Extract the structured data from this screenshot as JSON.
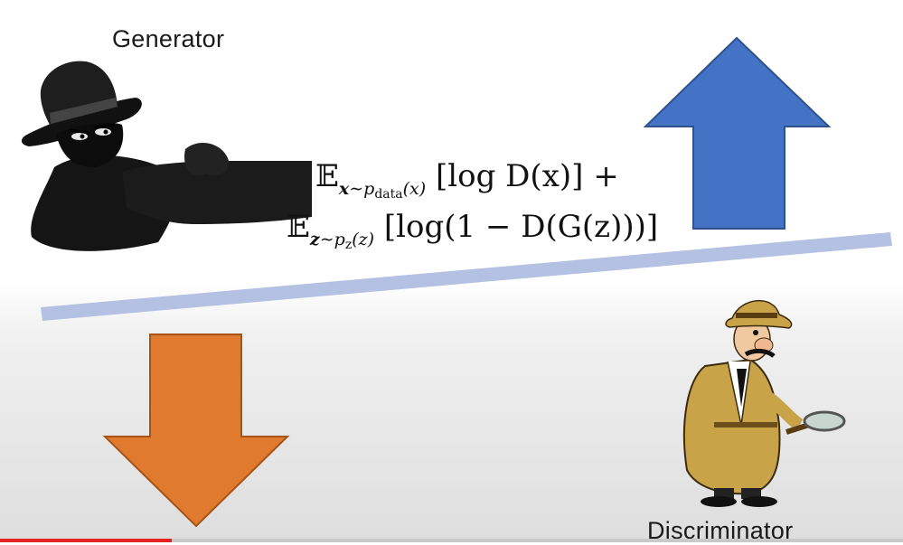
{
  "labels": {
    "generator": "Generator",
    "discriminator": "Discriminator"
  },
  "formula": {
    "line1": {
      "expectation": "𝔼",
      "sub_var": "x",
      "sub_dist": "p",
      "sub_dist_sub": "data",
      "sub_arg": "(x)",
      "body": "[log D(x)] +"
    },
    "line2": {
      "expectation": "𝔼",
      "sub_var": "z",
      "sub_dist": "p",
      "sub_dist_sub": "z",
      "sub_arg": "(z)",
      "body": "[log(1 − D(G(z)))]"
    }
  },
  "colors": {
    "up_arrow": "#4472c4",
    "down_arrow": "#e07a2e",
    "seesaw": "#b4c1e3",
    "video_progress": "#e52222"
  },
  "icons": {
    "up": "up-arrow-icon",
    "down": "down-arrow-icon",
    "generator": "hooded-thief-icon",
    "discriminator": "detective-icon"
  },
  "video_progress": 0.19
}
